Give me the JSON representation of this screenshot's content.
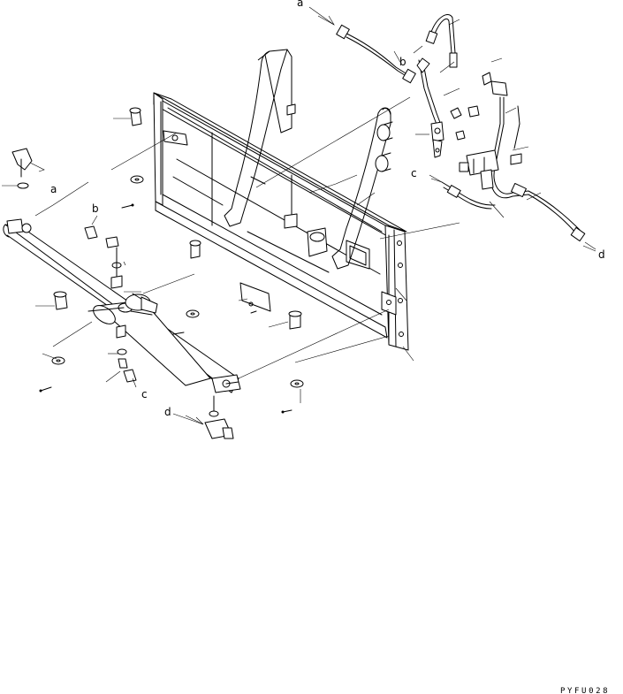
{
  "labels": {
    "a": "a",
    "b": "b",
    "c": "c",
    "d": "d"
  },
  "drawing_code": "PYFU028"
}
